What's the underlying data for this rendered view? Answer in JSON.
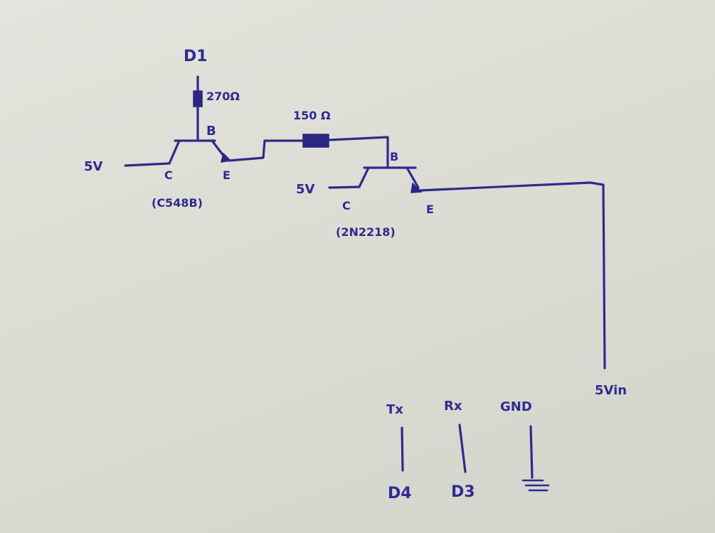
{
  "labels": {
    "d1": "D1",
    "r1": "270Ω",
    "r2": "150 Ω",
    "q1_b": "B",
    "q1_c": "C",
    "q1_e": "E",
    "q1_part": "(C548B)",
    "q1_5v": "5V",
    "q2_b": "B",
    "q2_c": "C",
    "q2_e": "E",
    "q2_part": "(2N2218)",
    "q2_5v": "5V",
    "vin": "5Vin",
    "tx": "Tx",
    "rx": "Rx",
    "gnd": "GND",
    "d4": "D4",
    "d3": "D3"
  },
  "colors": {
    "ink": "#2e2a8e",
    "paper": "#dcdcd4"
  }
}
